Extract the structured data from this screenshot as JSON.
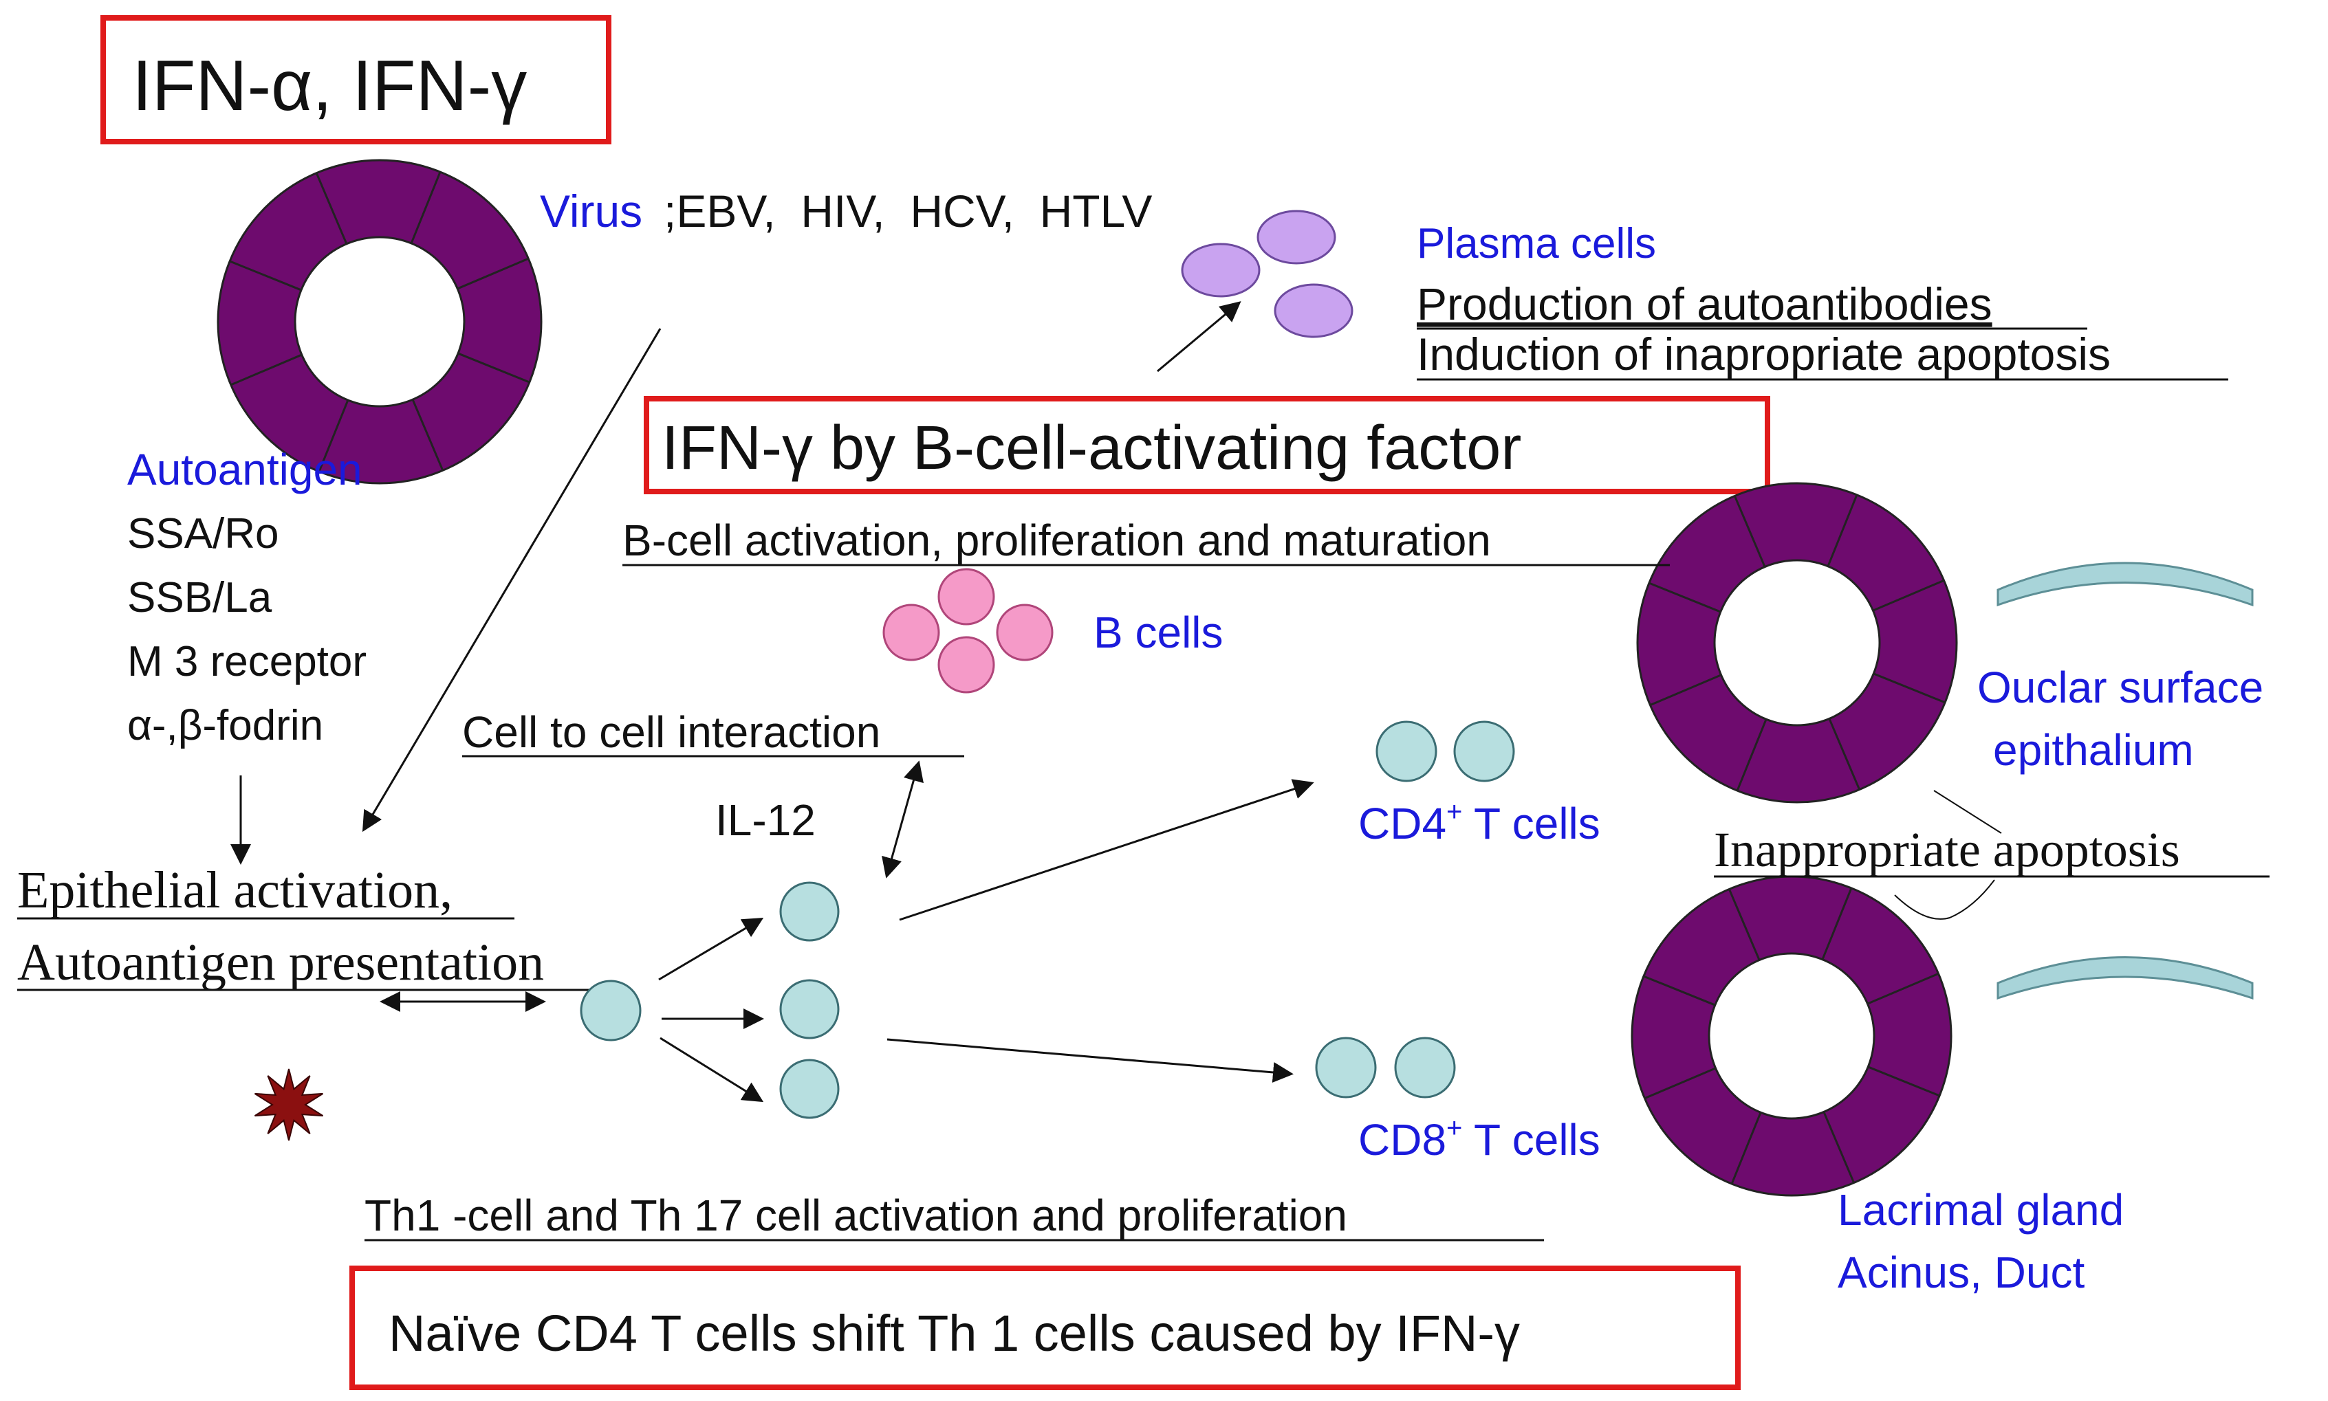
{
  "colors": {
    "blue": "#1a1adb",
    "black": "#111111",
    "red_box": "#e01b1b",
    "ring": "#6e0b6e",
    "plasma": "#c9a3f0",
    "plasma_stroke": "#6d4a9e",
    "bcell": "#f59ac8",
    "bcell_stroke": "#b0467a",
    "tcell": "#b7dfe0",
    "tcell_stroke": "#3b6d73",
    "arc": "#a8d4d9",
    "arc_stroke": "#5d8f96",
    "star": "#8b1010"
  },
  "boxes": {
    "ifn_alpha_gamma": "IFN-α, IFN-γ",
    "ifn_gamma_baff": "IFN-γ by B-cell-activating factor",
    "naive_cd4": "Naïve CD4 T cells shift Th 1 cells caused by IFN-γ"
  },
  "virus": {
    "label": "Virus",
    "list": ";EBV,  HIV,  HCV,  HTLV"
  },
  "plasma": {
    "label": "Plasma cells",
    "line1": "Production of autoantibodies",
    "line2": "Induction of inapropriate apoptosis"
  },
  "autoantigen": {
    "label": "Autoantigen",
    "items": [
      "SSA/Ro",
      "SSB/La",
      "M 3 receptor",
      "α-,β-fodrin"
    ]
  },
  "b_activation": "B-cell activation, proliferation and maturation",
  "b_cells": "B cells",
  "cell_interaction": "Cell to cell interaction",
  "il12": "IL-12",
  "epithelial": {
    "line1": "Epithelial activation,",
    "line2": "Autoantigen presentation"
  },
  "cd4": {
    "name": "CD4",
    "sup": "+",
    "rest": " T cells"
  },
  "cd8": {
    "name": "CD8",
    "sup": "+",
    "rest": " T cells"
  },
  "ocular": {
    "line1": "Ouclar surface",
    "line2": "epithalium"
  },
  "inappropriate_apoptosis": "Inappropriate apoptosis",
  "lacrimal": {
    "line1": "Lacrimal gland",
    "line2": "Acinus, Duct"
  },
  "th_activation": "Th1 -cell and Th 17 cell activation and proliferation"
}
